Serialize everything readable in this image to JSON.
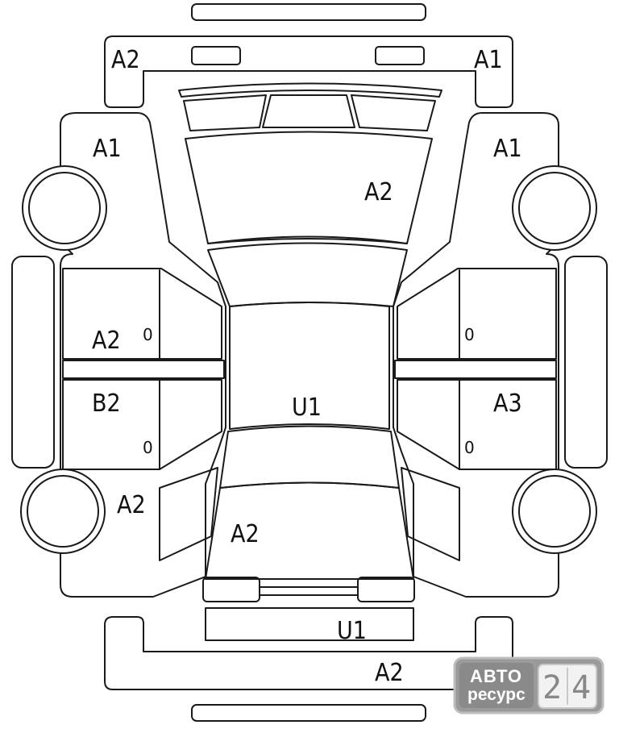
{
  "zones": {
    "front_bumper_left": "A2",
    "front_bumper_right": "A1",
    "fender_front_left": "A1",
    "fender_front_right": "A1",
    "hood": "A2",
    "door_front_left": "A2",
    "door_rear_left": "B2",
    "roof": "U1",
    "door_rear_right": "A3",
    "quarter_rear_left": "A2",
    "trunk": "A2",
    "rear_panel": "U1",
    "rear_bumper": "A2"
  },
  "handles": {
    "front_left": "0",
    "rear_left": "0",
    "front_right": "0",
    "rear_right": "0"
  },
  "watermark": {
    "line1": "АВТО",
    "line2": "ресурс",
    "digit1": "2",
    "digit2": "4"
  }
}
